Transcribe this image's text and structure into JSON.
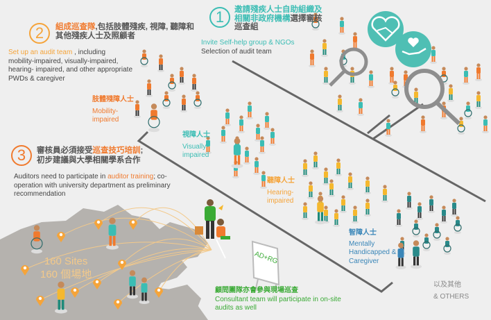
{
  "step1": {
    "number": "1",
    "zh_teal": "邀請殘疾人士自助組織及相關非政府機構",
    "zh_dark": "選擇審核巡查組",
    "en_teal": "Invite Self-help group & NGOs",
    "en_dark": "Selection of audit team"
  },
  "step2": {
    "number": "2",
    "zh_highlight": "組成巡查隊",
    "zh_rest": ",包括肢體殘疾, 視障, 聽障和其他殘疾人士及照顧者",
    "en_highlight": "Set up an audit team",
    "en_rest": " , including mobility-impaired, visually-impaired, hearing- impaired, and other  appropriate PWDs & caregiver"
  },
  "step3": {
    "number": "3",
    "zh_pre": "審核員必須接受",
    "zh_highlight": "巡查技巧培訓",
    "zh_post": ";",
    "zh_line2": "初步建議與大學相關學系合作",
    "en_pre": "Auditors need to participate in ",
    "en_highlight": "auditor training",
    "en_post": "; co-operation with university department as preliminary recommendation"
  },
  "categories": {
    "mobility": {
      "zh": "肢體殘障人士",
      "en": "Mobility-impaired"
    },
    "visual": {
      "zh": "視障人士",
      "en": "Visually-impaired"
    },
    "hearing": {
      "zh": "聽障人士",
      "en": "Hearing-impaired"
    },
    "mental": {
      "zh": "智障人士",
      "en": "Mentally Handicapped & Caregiver"
    },
    "others": {
      "zh": "以及其他",
      "en": "& OTHERS"
    }
  },
  "sites": {
    "en": "160 Sites",
    "zh": "160 個場地"
  },
  "board": {
    "text": "AD+RG"
  },
  "consultant": {
    "zh": "顧問團隊亦會參與現場巡查",
    "en": "Consultant team will participate in on-site audits as well"
  },
  "icons": [
    "heart-handshake-icon",
    "heart-hand-icon",
    "magnifier-icon",
    "map-pin-icon"
  ],
  "colors": {
    "orange": "#f07a2e",
    "teal": "#3bbdb4",
    "yellow": "#f5b82e",
    "green": "#3aaa35",
    "blue": "#3a86b8",
    "line": "#666666",
    "map": "#b5b2ae"
  }
}
